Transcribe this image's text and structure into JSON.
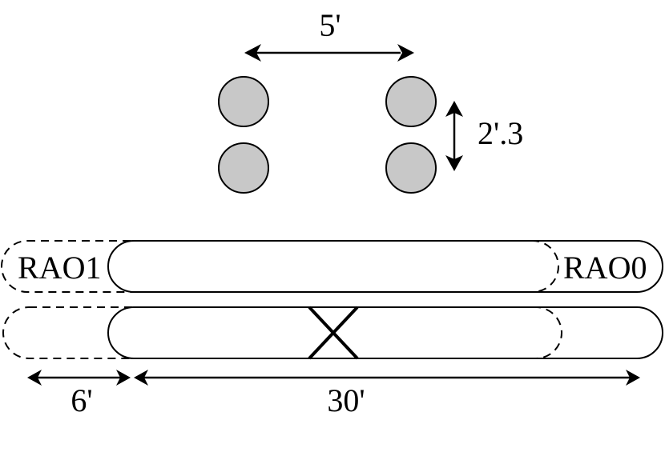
{
  "labels": {
    "top_spacing": "5'",
    "vertical_spacing": "2'.3",
    "left_capsule": "RAO1",
    "right_capsule": "RAO0",
    "bottom_offset": "6'",
    "bottom_length": "30'"
  },
  "colors": {
    "dot_fill": "#c8c8c8",
    "stroke": "#000000"
  }
}
